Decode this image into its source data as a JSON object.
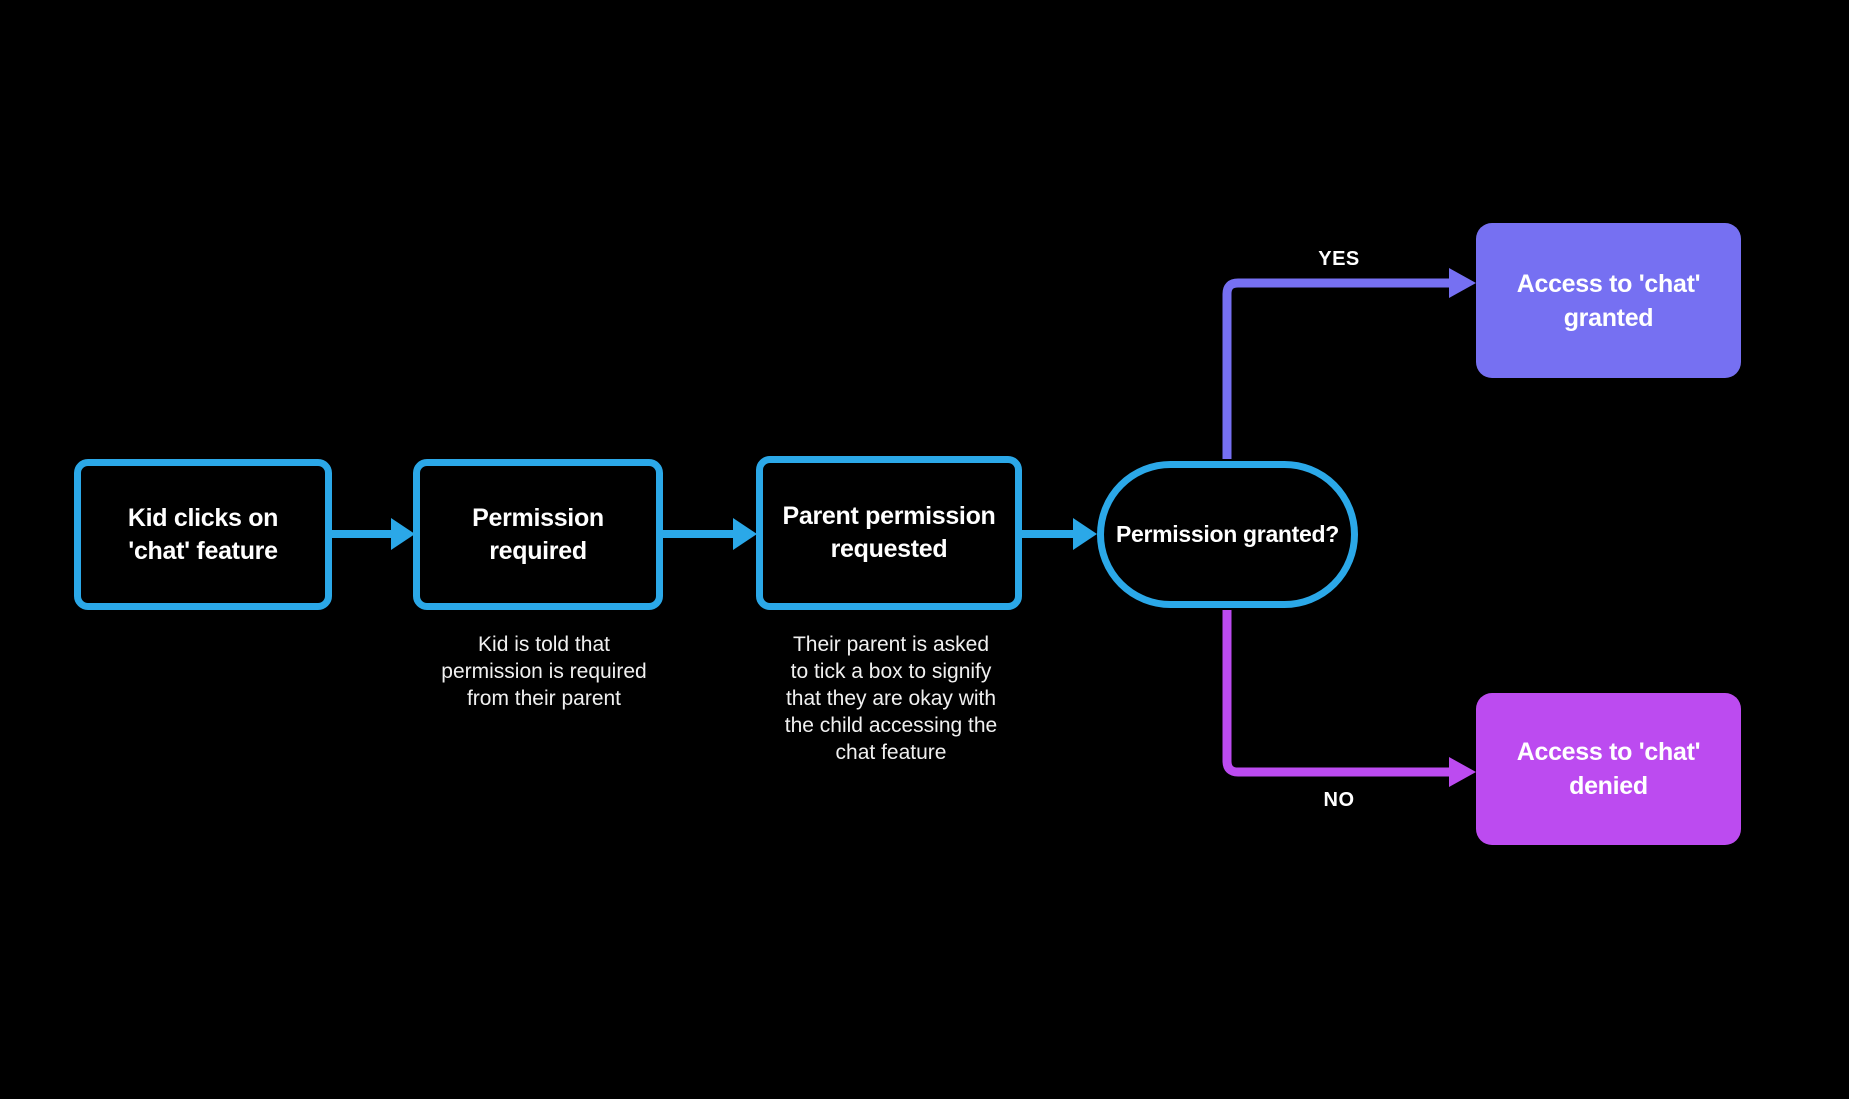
{
  "diagram": {
    "type": "flowchart",
    "colors": {
      "background": "#000000",
      "cyan": "#2BA8E8",
      "violet": "#7670F2",
      "magenta": "#BC4BF0",
      "text": "#FFFFFF",
      "caption_text": "#F0F0F0"
    },
    "nodes": {
      "kid_clicks": {
        "type": "process",
        "label": "Kid clicks on 'chat' feature",
        "lines": [
          "Kid clicks on",
          "'chat' feature"
        ]
      },
      "permission_required": {
        "type": "process",
        "label": "Permission required",
        "lines": [
          "Permission",
          "required"
        ],
        "caption": "Kid is told that permission is required from their parent",
        "caption_lines": [
          "Kid is told that",
          "permission is required",
          "from their parent"
        ]
      },
      "parent_permission": {
        "type": "process",
        "label": "Parent permission requested",
        "lines": [
          "Parent permission",
          "requested"
        ],
        "caption": "Their parent is asked to tick a box to signify that they are okay with the child accessing the chat feature",
        "caption_lines": [
          "Their parent is asked",
          "to tick a box to signify",
          "that they are okay with",
          "the child accessing the",
          "chat feature"
        ]
      },
      "decision": {
        "type": "decision",
        "label": "Permission granted?",
        "lines": [
          "Permission granted?"
        ]
      },
      "granted": {
        "type": "terminal",
        "label": "Access to 'chat' granted",
        "lines": [
          "Access to 'chat'",
          "granted"
        ]
      },
      "denied": {
        "type": "terminal",
        "label": "Access to 'chat' denied",
        "lines": [
          "Access to 'chat'",
          "denied"
        ]
      }
    },
    "branch_labels": {
      "yes": "YES",
      "no": "NO"
    },
    "edges": [
      {
        "from": "kid_clicks",
        "to": "permission_required",
        "label": ""
      },
      {
        "from": "permission_required",
        "to": "parent_permission",
        "label": ""
      },
      {
        "from": "parent_permission",
        "to": "decision",
        "label": ""
      },
      {
        "from": "decision",
        "to": "granted",
        "label": "YES"
      },
      {
        "from": "decision",
        "to": "denied",
        "label": "NO"
      }
    ]
  }
}
